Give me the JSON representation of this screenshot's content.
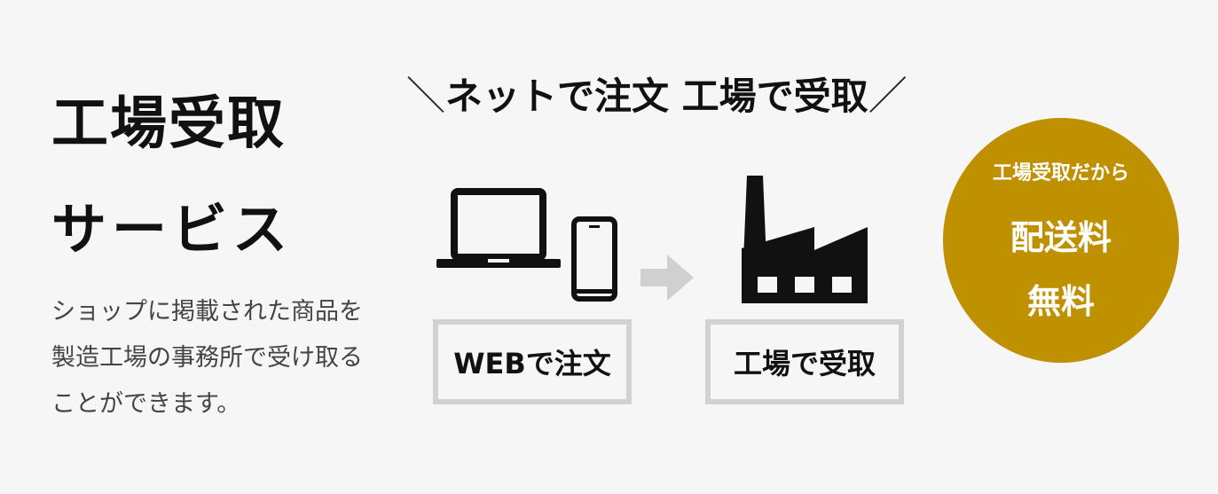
{
  "heading": {
    "line1": "工場受取",
    "line2": "サービス"
  },
  "description": {
    "line1": "ショップに掲載された商品を",
    "line2": "製造工場の事務所で受け取る",
    "line3": "ことができます。"
  },
  "tagline": {
    "open": "＼",
    "text": "ネットで注文 工場で受取",
    "close": "／"
  },
  "icons": {
    "laptop": "laptop-icon",
    "phone": "smartphone-icon",
    "arrow": "arrow-right-icon",
    "factory": "factory-icon"
  },
  "steps": {
    "order": "WEBで注文",
    "pickup": "工場で受取"
  },
  "badge": {
    "line1": "工場受取だから",
    "line2": "配送料",
    "line3": "無料"
  },
  "colors": {
    "accent": "#bf9000",
    "box_border": "#d2d2d2",
    "arrow": "#d0d0d0",
    "background": "#f6f6f6"
  }
}
